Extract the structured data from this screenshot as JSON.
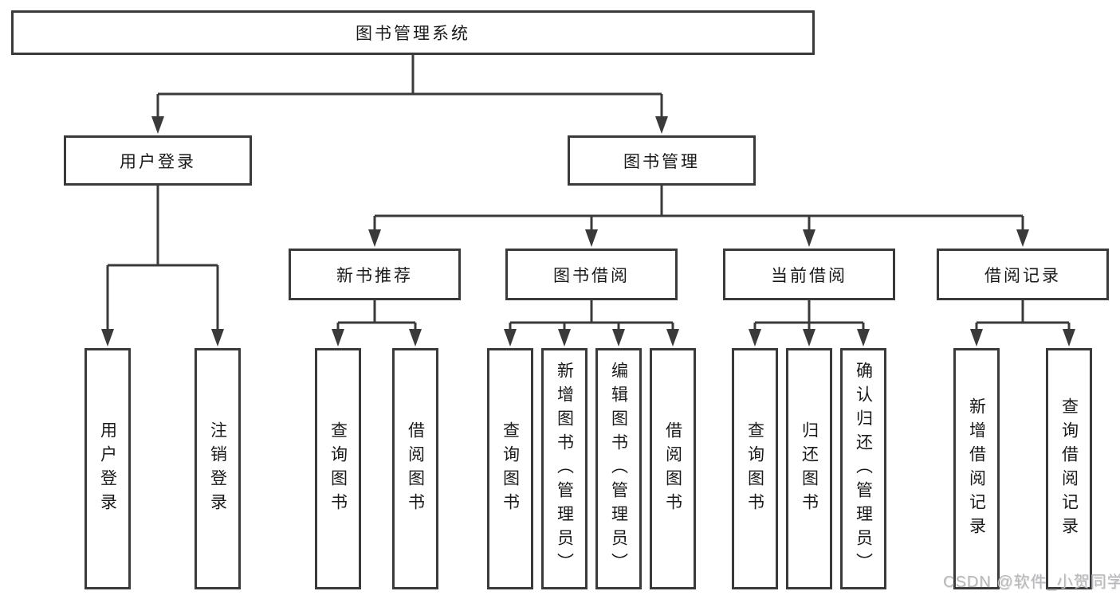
{
  "theme": {
    "background": "#ffffff",
    "line_color": "#3a3a3a",
    "box_border_color": "#3a3a3a",
    "box_fill": "#ffffff",
    "text_color": "#1a1a1a",
    "watermark_color": "#b9b9bd"
  },
  "watermark": {
    "text": "CSDN @软件_小贺同学"
  },
  "tree": {
    "root": {
      "label": "图书管理系统",
      "children": [
        {
          "label": "用户登录",
          "children": [
            {
              "label": "用户登录"
            },
            {
              "label": "注销登录"
            }
          ]
        },
        {
          "label": "图书管理",
          "children": [
            {
              "label": "新书推荐",
              "children": [
                {
                  "label": "查询图书"
                },
                {
                  "label": "借阅图书"
                }
              ]
            },
            {
              "label": "图书借阅",
              "children": [
                {
                  "label": "查询图书"
                },
                {
                  "label": "新增图书（管理员）"
                },
                {
                  "label": "编辑图书（管理员）"
                },
                {
                  "label": "借阅图书"
                }
              ]
            },
            {
              "label": "当前借阅",
              "children": [
                {
                  "label": "查询图书"
                },
                {
                  "label": "归还图书"
                },
                {
                  "label": "确认归还（管理员）"
                }
              ]
            },
            {
              "label": "借阅记录",
              "children": [
                {
                  "label": "新增借阅记录"
                },
                {
                  "label": "查询借阅记录"
                }
              ]
            }
          ]
        }
      ]
    }
  }
}
